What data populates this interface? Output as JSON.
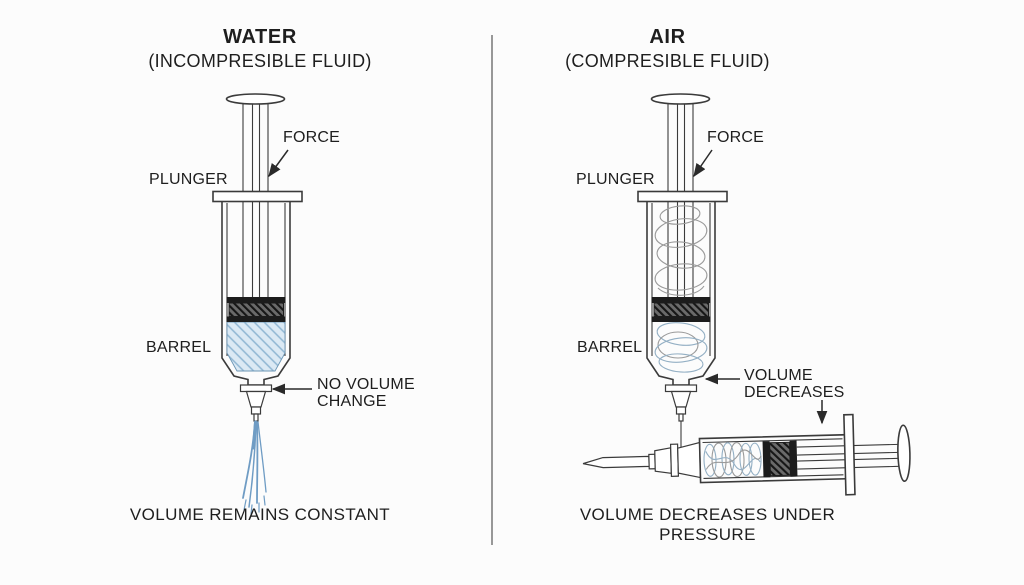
{
  "left_panel": {
    "title": "WATER",
    "subtitle": "(INCOMPRESIBLE FLUID)",
    "labels": {
      "force": "FORCE",
      "plunger": "PLUNGER",
      "barrel": "BARREL",
      "annotation_line1": "NO VOLUME",
      "annotation_line2": "CHANGE"
    },
    "caption": "VOLUME REMAINS CONSTANT"
  },
  "right_panel": {
    "title": "AIR",
    "subtitle": "(COMPRESIBLE FLUID)",
    "labels": {
      "force": "FORCE",
      "plunger": "PLUNGER",
      "barrel": "BARREL",
      "annotation_line1": "VOLUME",
      "annotation_line2": "DECREASES"
    },
    "caption": "VOLUME DECREASES UNDER PRESSURE"
  },
  "colors": {
    "background": "#fcfcfc",
    "text": "#1e1e1e",
    "line": "#3b3b3b",
    "divider": "#6e6e6e",
    "water_fill": "#dbe9f4",
    "water_hatch": "#8fb6d2",
    "spray": "#6f9cc4",
    "air_swirl_gray": "#9a9a9a",
    "air_swirl_blue": "#93afc4",
    "stopper_dark": "#1c1c1c"
  }
}
